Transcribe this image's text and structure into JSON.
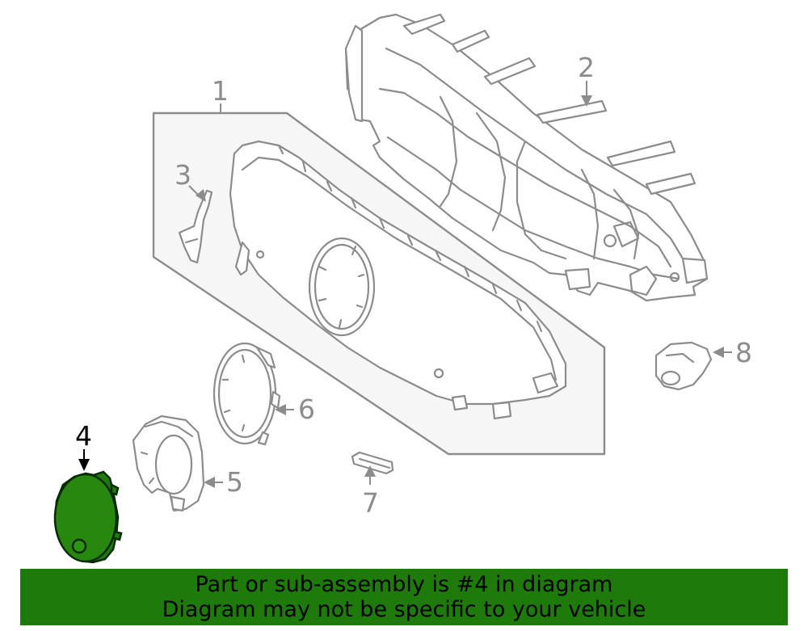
{
  "diagram": {
    "callouts": [
      {
        "id": 1,
        "label": "1"
      },
      {
        "id": 2,
        "label": "2"
      },
      {
        "id": 3,
        "label": "3"
      },
      {
        "id": 4,
        "label": "4"
      },
      {
        "id": 5,
        "label": "5"
      },
      {
        "id": 6,
        "label": "6"
      },
      {
        "id": 7,
        "label": "7"
      },
      {
        "id": 8,
        "label": "8"
      }
    ],
    "highlighted_part": "4",
    "colors": {
      "line": "#8c8c8c",
      "highlight_fill": "#1f7a0c",
      "banner": "#1f7a0c",
      "text": "#000000"
    }
  },
  "banner": {
    "line1": "Part or sub-assembly is #4 in diagram",
    "line2": "Diagram may not be specific to your vehicle"
  }
}
